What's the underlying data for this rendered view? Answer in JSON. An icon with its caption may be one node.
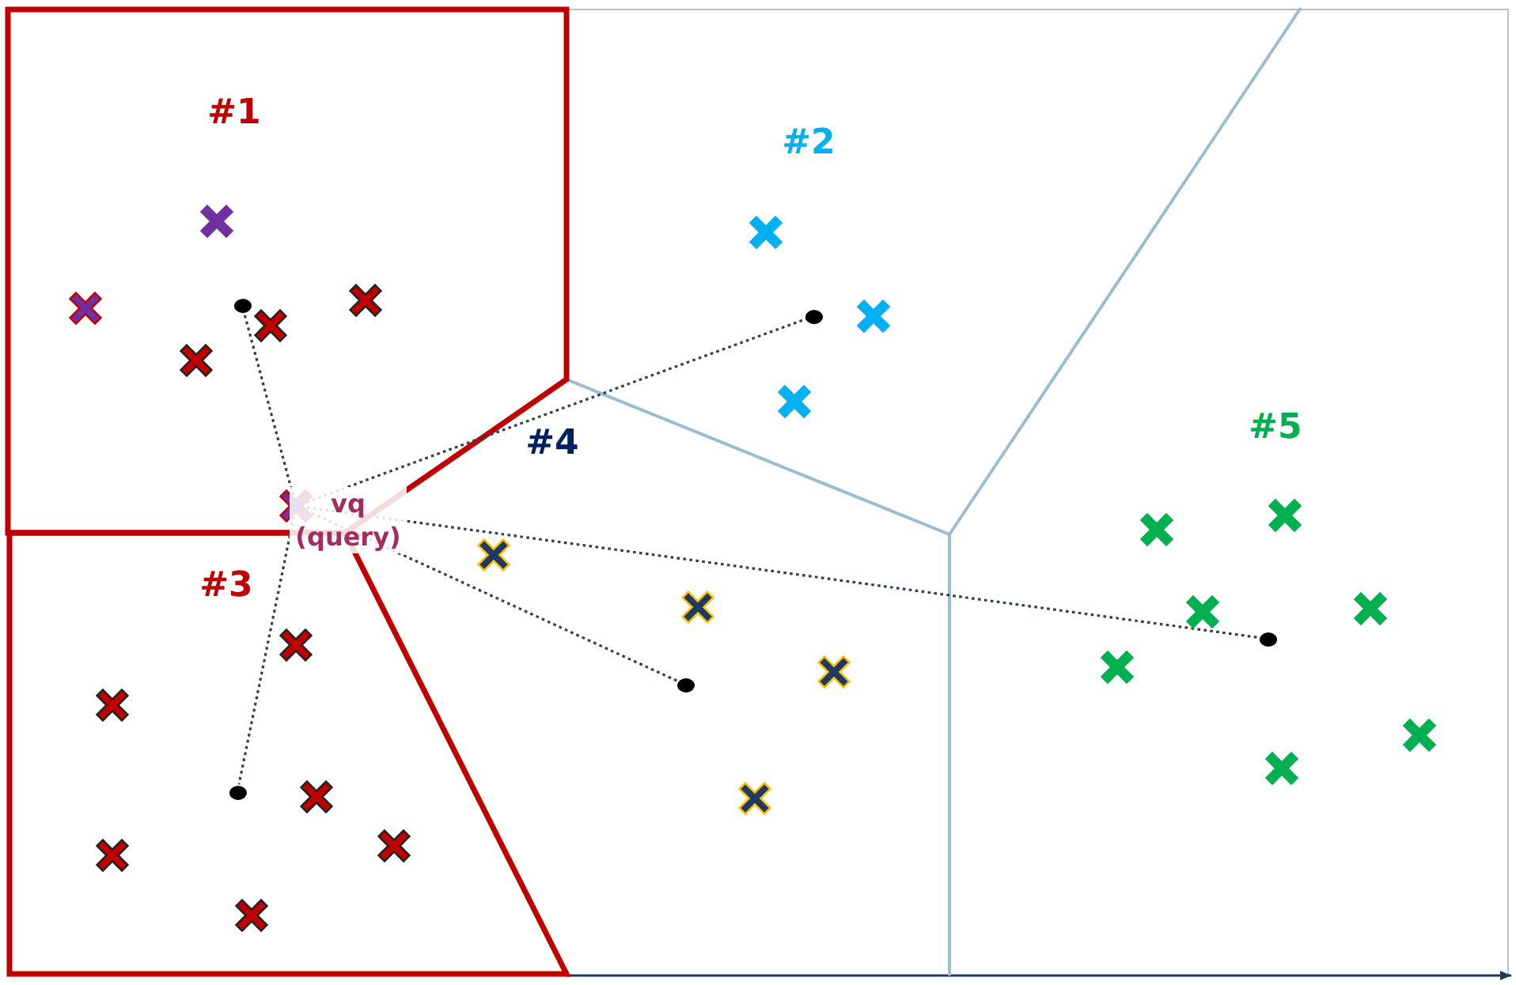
{
  "diagram": {
    "nodes": [
      {
        "text": [
          "vq (query)"
        ]
      },
      {
        "text": [],
        "shape": "circle"
      },
      {
        "text": [],
        "shape": "circle"
      },
      {
        "text": [],
        "shape": "circle"
      },
      {
        "text": [],
        "shape": "circle"
      },
      {
        "text": [],
        "shape": "circle"
      }
    ],
    "edges": [
      {
        "from": 0,
        "to": 1,
        "arrow": "none",
        "style": "dashed"
      },
      {
        "from": 0,
        "to": 2,
        "arrow": "none",
        "style": "dashed"
      },
      {
        "from": 0,
        "to": 3,
        "arrow": "none",
        "style": "dashed"
      },
      {
        "from": 0,
        "to": 4,
        "arrow": "none",
        "style": "dashed"
      },
      {
        "from": 0,
        "to": 5,
        "arrow": "none",
        "style": "dashed"
      }
    ],
    "labels": [
      "#1",
      "#2",
      "#5",
      "#4",
      "#3"
    ]
  }
}
